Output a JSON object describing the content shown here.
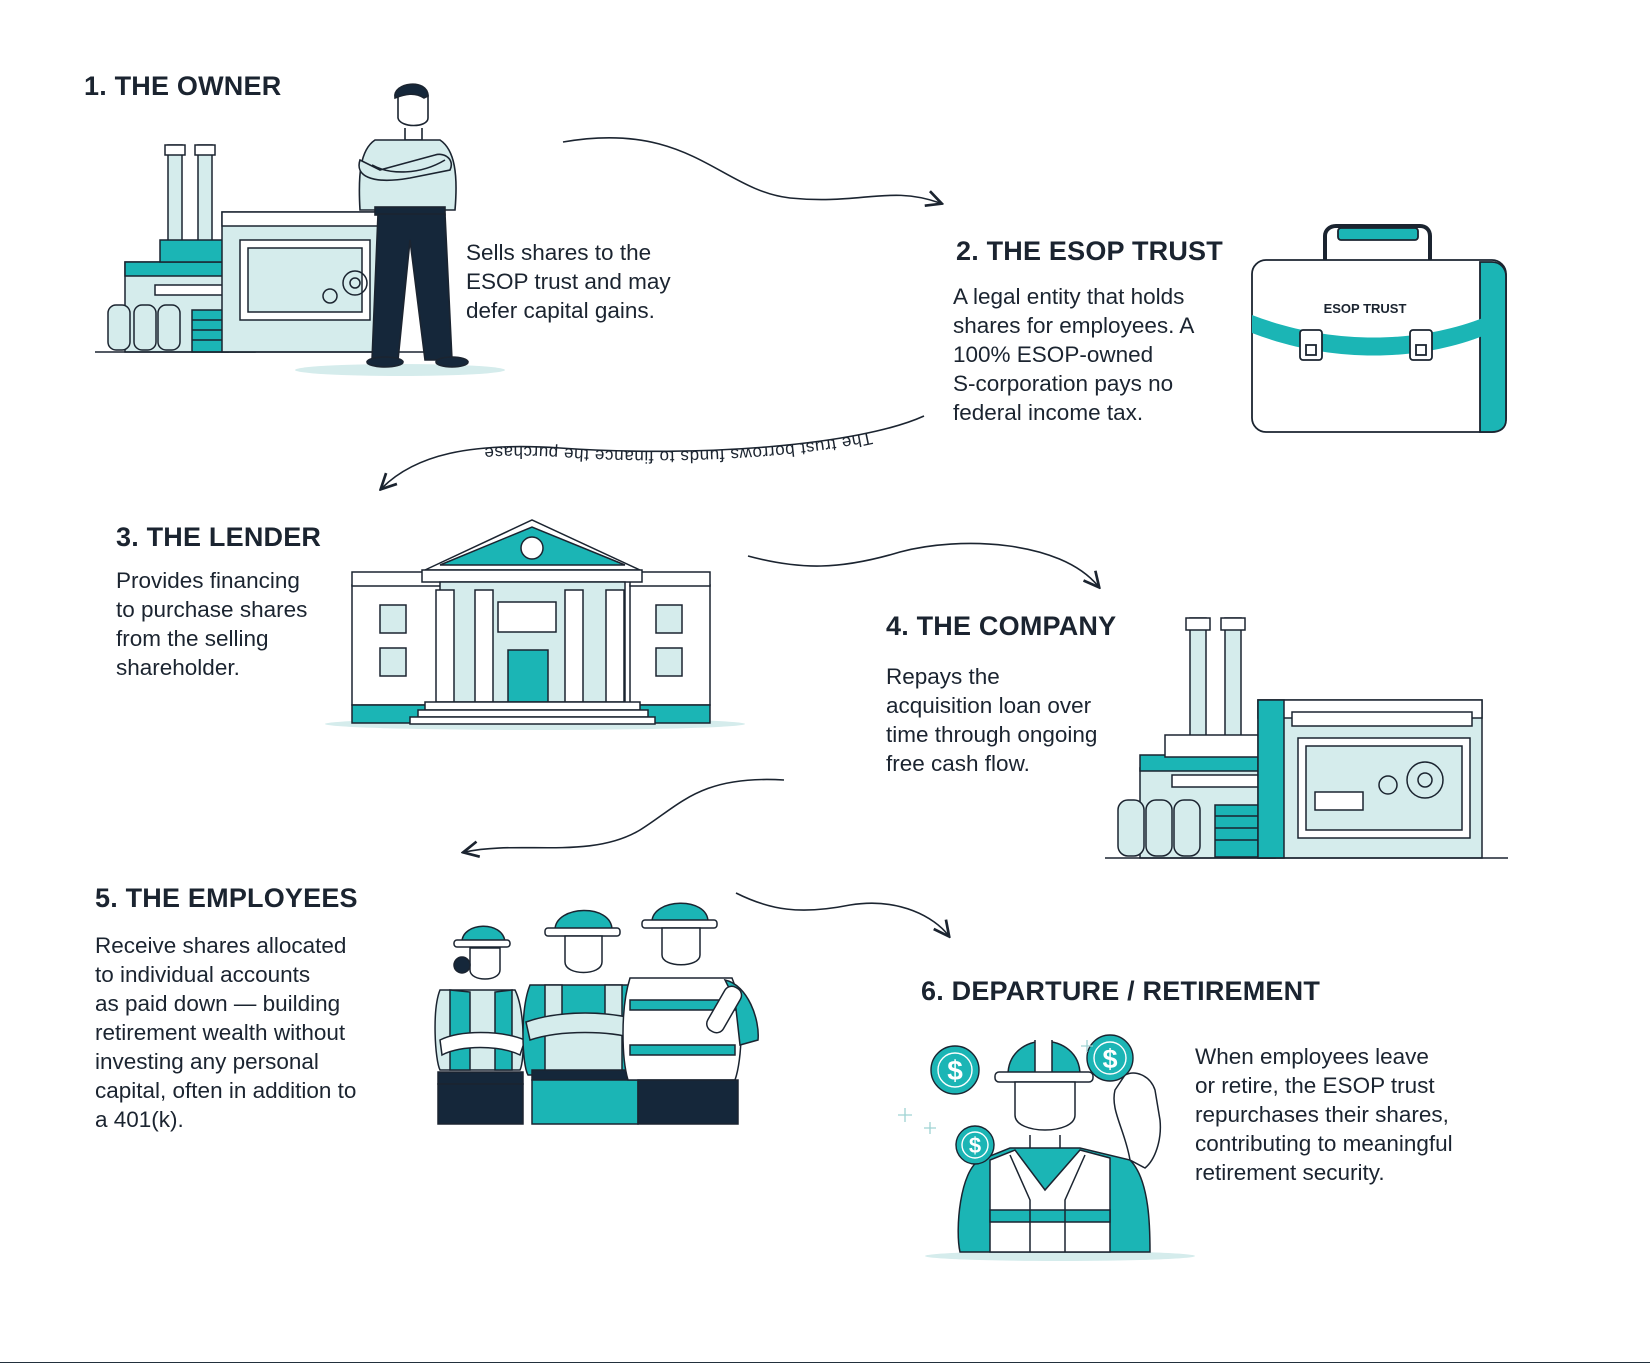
{
  "colors": {
    "teal": "#1bb5b5",
    "teal_light": "#d5ecec",
    "ink": "#1b2430",
    "navy": "#15273a",
    "skin": "#ffffff"
  },
  "steps": [
    {
      "title": "1. THE OWNER",
      "lines": [
        "Sells shares to the",
        "ESOP trust and may",
        "defer capital gains."
      ]
    },
    {
      "title": "2. THE ESOP TRUST",
      "lines": [
        "A legal entity that holds",
        "shares for employees. A",
        "100% ESOP-owned",
        "S-corporation pays no",
        "federal income tax."
      ],
      "briefcase_label": "ESOP TRUST"
    },
    {
      "title": "3. THE LENDER",
      "lines": [
        "Provides financing",
        "to purchase shares",
        "from the selling",
        "shareholder."
      ]
    },
    {
      "title": "4. THE COMPANY",
      "lines": [
        "Repays the",
        "acquisition loan over",
        "time through ongoing",
        "free cash flow."
      ]
    },
    {
      "title": "5. THE EMPLOYEES",
      "lines": [
        "Receive shares allocated",
        "to individual accounts",
        "as paid down — building",
        "retirement wealth without",
        "investing any personal",
        "capital, often in addition to",
        "a 401(k)."
      ]
    },
    {
      "title": "6. DEPARTURE / RETIREMENT",
      "lines": [
        "When employees leave",
        "or retire, the ESOP trust",
        "repurchases their shares,",
        "contributing to meaningful",
        "retirement security."
      ],
      "coin_symbol": "$"
    }
  ],
  "arrow_labels": {
    "trust_to_lender": "The trust borrows funds to finance the purchase"
  },
  "icons": [
    "factory-icon",
    "owner-person-icon",
    "briefcase-icon",
    "bank-building-icon",
    "company-factory-icon",
    "workers-group-icon",
    "retiree-worker-icon",
    "dollar-coin-icon"
  ]
}
